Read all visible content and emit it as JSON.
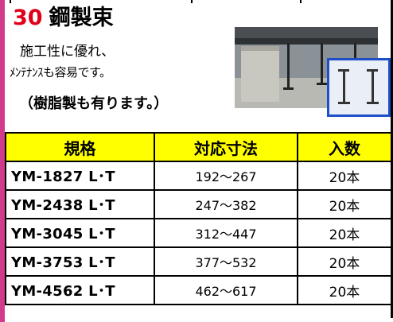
{
  "header": {
    "number": "30",
    "title": "鋼製束",
    "description_line1": "施工性に優れ、",
    "description_line2": "ﾒﾝﾃﾅﾝｽも容易です。",
    "note": "（樹脂製も有ります。）"
  },
  "table": {
    "headers": [
      "規格",
      "対応寸法",
      "入数"
    ],
    "rows": [
      {
        "model": "YM-1827 L･T",
        "range": "192～267",
        "qty": "20本"
      },
      {
        "model": "YM-2438 L･T",
        "range": "247～382",
        "qty": "20本"
      },
      {
        "model": "YM-3045 L･T",
        "range": "312～447",
        "qty": "20本"
      },
      {
        "model": "YM-3753 L･T",
        "range": "377～532",
        "qty": "20本"
      },
      {
        "model": "YM-4562 L･T",
        "range": "462～617",
        "qty": "20本"
      }
    ]
  },
  "colors": {
    "number_red": "#e0001b",
    "header_yellow": "#ffff00",
    "frame_pink": "#d23a8c",
    "inset_blue": "#1e4fc8"
  }
}
